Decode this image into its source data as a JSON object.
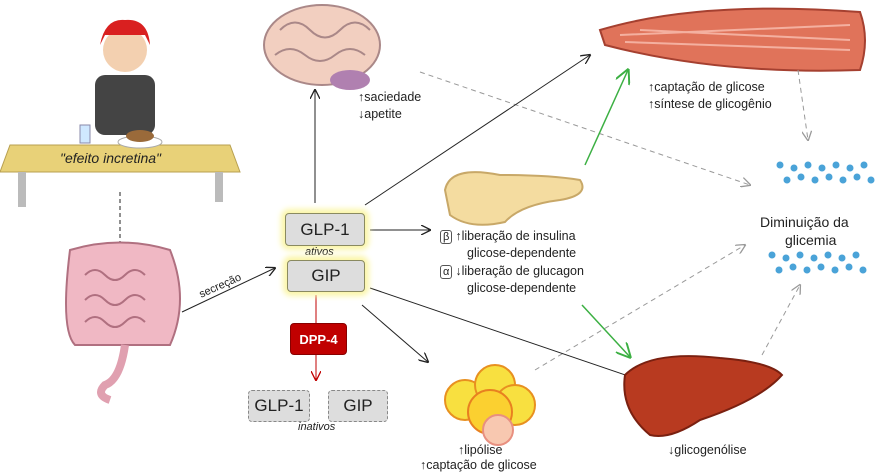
{
  "person_label": "\"efeito incretina\"",
  "secretion_label": "secreção",
  "hormones_active": {
    "glp1": "GLP-1",
    "gip": "GIP",
    "state": "ativos"
  },
  "enzyme": {
    "label": "DPP-4",
    "color": "#c00000"
  },
  "hormones_inactive": {
    "glp1": "GLP-1",
    "gip": "GIP",
    "state": "inativos"
  },
  "brain_effects": [
    "↑saciedade",
    "↓apetite"
  ],
  "muscle_effects": [
    "↑captação de glicose",
    "↑síntese de glicogênio"
  ],
  "pancreas_effects": {
    "beta_symbol": "β",
    "beta_line1": "↑liberação de insulina",
    "beta_line2": "glicose-dependente",
    "alpha_symbol": "α",
    "alpha_line1": "↓liberação de glucagon",
    "alpha_line2": "glicose-dependente"
  },
  "fat_effects": [
    "↑lipólise",
    "↑captação de glicose"
  ],
  "liver_effects": [
    "↓glicogenólise"
  ],
  "outcome": [
    "Diminuição da",
    "glicemia"
  ],
  "colors": {
    "arrow": "#222222",
    "green_arrow": "#3cb043",
    "dashed_arrow": "#999999",
    "glucose_dots": "#4aa3d8"
  }
}
